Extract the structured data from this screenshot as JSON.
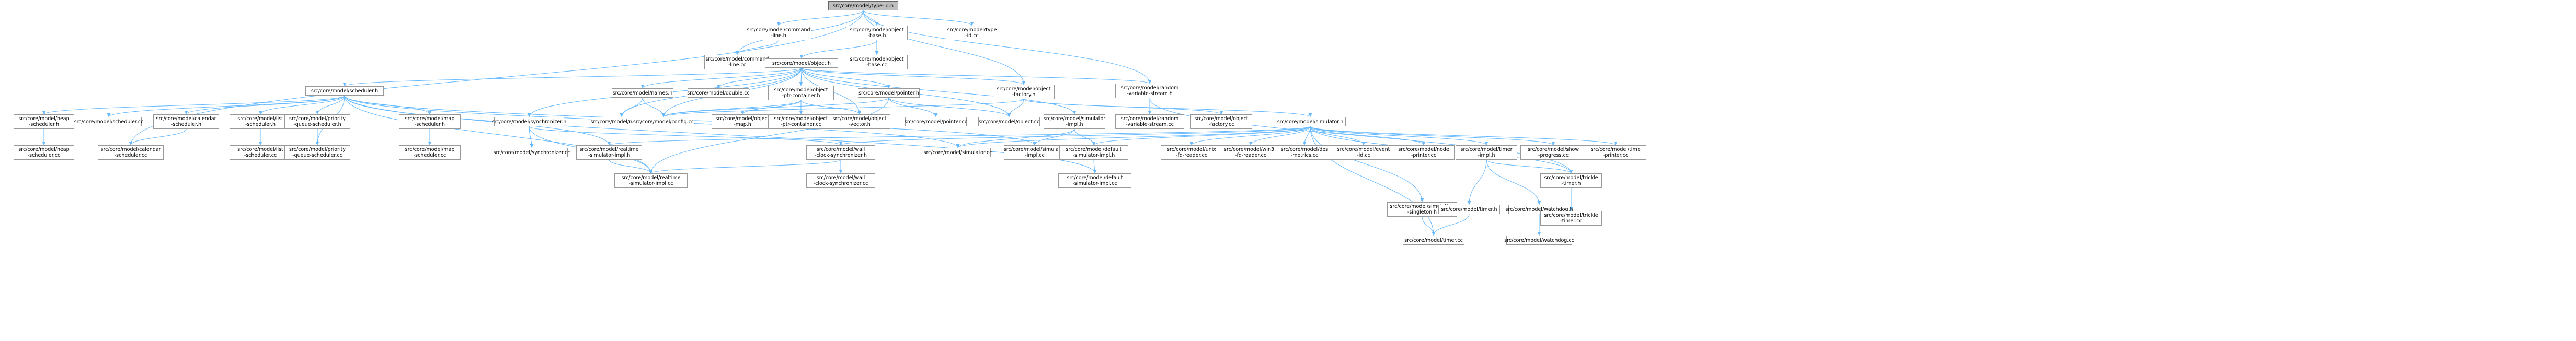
{
  "graph": {
    "nodes": [
      {
        "id": "n0",
        "lines": [
          "src/core/model/type-id.h"
        ],
        "root": true
      },
      {
        "id": "n1",
        "lines": [
          "src/core/model/command",
          "-line.h"
        ]
      },
      {
        "id": "n2",
        "lines": [
          "src/core/model/object",
          "-base.h"
        ]
      },
      {
        "id": "n3",
        "lines": [
          "src/core/model/type",
          "-id.cc"
        ]
      },
      {
        "id": "n4",
        "lines": [
          "src/core/model/command",
          "-line.cc"
        ]
      },
      {
        "id": "n5",
        "lines": [
          "src/core/model/object",
          "-base.cc"
        ]
      },
      {
        "id": "n6",
        "lines": [
          "src/core/model/object.h"
        ]
      },
      {
        "id": "n7",
        "lines": [
          "src/core/model/random",
          "-variable-stream.h"
        ]
      },
      {
        "id": "n8",
        "lines": [
          "src/core/model/scheduler.h"
        ]
      },
      {
        "id": "n9",
        "lines": [
          "src/core/model/names.h"
        ]
      },
      {
        "id": "n10",
        "lines": [
          "src/core/model/double.cc"
        ]
      },
      {
        "id": "n11",
        "lines": [
          "src/core/model/object",
          "-ptr-container.h"
        ]
      },
      {
        "id": "n12",
        "lines": [
          "src/core/model/pointer.h"
        ]
      },
      {
        "id": "n13",
        "lines": [
          "src/core/model/object",
          "-factory.h"
        ]
      },
      {
        "id": "n14",
        "lines": [
          "src/core/model/heap",
          "-scheduler.h"
        ]
      },
      {
        "id": "n15",
        "lines": [
          "src/core/model/scheduler.cc"
        ]
      },
      {
        "id": "n16",
        "lines": [
          "src/core/model/calendar",
          "-scheduler.h"
        ]
      },
      {
        "id": "n17",
        "lines": [
          "src/core/model/list",
          "-scheduler.h"
        ]
      },
      {
        "id": "n18",
        "lines": [
          "src/core/model/priority",
          "-queue-scheduler.h"
        ]
      },
      {
        "id": "n19",
        "lines": [
          "src/core/model/map",
          "-scheduler.h"
        ]
      },
      {
        "id": "n20",
        "lines": [
          "src/core/model/synchronizer.h"
        ]
      },
      {
        "id": "n21",
        "lines": [
          "src/core/model/names.cc"
        ]
      },
      {
        "id": "n22",
        "lines": [
          "src/core/model/config.cc"
        ]
      },
      {
        "id": "n23",
        "lines": [
          "src/core/model/object",
          "-map.h"
        ]
      },
      {
        "id": "n24",
        "lines": [
          "src/core/model/object",
          "-ptr-container.cc"
        ]
      },
      {
        "id": "n25",
        "lines": [
          "src/core/model/object",
          "-vector.h"
        ]
      },
      {
        "id": "n26",
        "lines": [
          "src/core/model/pointer.cc"
        ]
      },
      {
        "id": "n27",
        "lines": [
          "src/core/model/object.cc"
        ]
      },
      {
        "id": "n28",
        "lines": [
          "src/core/model/simulator",
          "-impl.h"
        ]
      },
      {
        "id": "n29",
        "lines": [
          "src/core/model/random",
          "-variable-stream.cc"
        ]
      },
      {
        "id": "n30",
        "lines": [
          "src/core/model/object",
          "-factory.cc"
        ]
      },
      {
        "id": "n31",
        "lines": [
          "src/core/model/simulator.h"
        ]
      },
      {
        "id": "n32",
        "lines": [
          "src/core/model/heap",
          "-scheduler.cc"
        ]
      },
      {
        "id": "n33",
        "lines": [
          "src/core/model/calendar",
          "-scheduler.cc"
        ]
      },
      {
        "id": "n34",
        "lines": [
          "src/core/model/list",
          "-scheduler.cc"
        ]
      },
      {
        "id": "n35",
        "lines": [
          "src/core/model/priority",
          "-queue-scheduler.cc"
        ]
      },
      {
        "id": "n36",
        "lines": [
          "src/core/model/map",
          "-scheduler.cc"
        ]
      },
      {
        "id": "n37",
        "lines": [
          "src/core/model/synchronizer.cc"
        ]
      },
      {
        "id": "n38",
        "lines": [
          "src/core/model/realtime",
          "-simulator-impl.h"
        ]
      },
      {
        "id": "n39",
        "lines": [
          "src/core/model/wall",
          "-clock-synchronizer.h"
        ]
      },
      {
        "id": "n40",
        "lines": [
          "src/core/model/simulator.cc"
        ]
      },
      {
        "id": "n41",
        "lines": [
          "src/core/model/simulator",
          "-impl.cc"
        ]
      },
      {
        "id": "n42",
        "lines": [
          "src/core/model/default",
          "-simulator-impl.h"
        ]
      },
      {
        "id": "n43",
        "lines": [
          "src/core/model/unix",
          "-fd-reader.cc"
        ]
      },
      {
        "id": "n44",
        "lines": [
          "src/core/model/win32",
          "-fd-reader.cc"
        ]
      },
      {
        "id": "n45",
        "lines": [
          "src/core/model/des",
          "-metrics.cc"
        ]
      },
      {
        "id": "n46",
        "lines": [
          "src/core/model/event",
          "-id.cc"
        ]
      },
      {
        "id": "n47",
        "lines": [
          "src/core/model/node",
          "-printer.cc"
        ]
      },
      {
        "id": "n48",
        "lines": [
          "src/core/model/timer",
          "-impl.h"
        ]
      },
      {
        "id": "n49",
        "lines": [
          "src/core/model/show",
          "-progress.cc"
        ]
      },
      {
        "id": "n50",
        "lines": [
          "src/core/model/time",
          "-printer.cc"
        ]
      },
      {
        "id": "n51",
        "lines": [
          "src/core/model/realtime",
          "-simulator-impl.cc"
        ]
      },
      {
        "id": "n52",
        "lines": [
          "src/core/model/wall",
          "-clock-synchronizer.cc"
        ]
      },
      {
        "id": "n53",
        "lines": [
          "src/core/model/default",
          "-simulator-impl.cc"
        ]
      },
      {
        "id": "n54",
        "lines": [
          "src/core/model/simulation",
          "-singleton.h"
        ]
      },
      {
        "id": "n55",
        "lines": [
          "src/core/model/timer.h"
        ]
      },
      {
        "id": "n56",
        "lines": [
          "src/core/model/watchdog.h"
        ]
      },
      {
        "id": "n57",
        "lines": [
          "src/core/model/trickle",
          "-timer.h"
        ]
      },
      {
        "id": "n58",
        "lines": [
          "src/core/model/timer.cc"
        ]
      },
      {
        "id": "n59",
        "lines": [
          "src/core/model/watchdog.cc"
        ]
      },
      {
        "id": "n60",
        "lines": [
          "src/core/model/trickle",
          "-timer.cc"
        ]
      }
    ],
    "edges": [
      [
        "n0",
        "n1"
      ],
      [
        "n0",
        "n2"
      ],
      [
        "n0",
        "n3"
      ],
      [
        "n0",
        "n4"
      ],
      [
        "n0",
        "n7"
      ],
      [
        "n0",
        "n13"
      ],
      [
        "n0",
        "n33"
      ],
      [
        "n1",
        "n4"
      ],
      [
        "n2",
        "n5"
      ],
      [
        "n2",
        "n6"
      ],
      [
        "n6",
        "n7"
      ],
      [
        "n6",
        "n8"
      ],
      [
        "n6",
        "n9"
      ],
      [
        "n6",
        "n10"
      ],
      [
        "n6",
        "n11"
      ],
      [
        "n6",
        "n12"
      ],
      [
        "n6",
        "n13"
      ],
      [
        "n6",
        "n20"
      ],
      [
        "n6",
        "n21"
      ],
      [
        "n6",
        "n22"
      ],
      [
        "n6",
        "n25"
      ],
      [
        "n6",
        "n27"
      ],
      [
        "n6",
        "n28"
      ],
      [
        "n7",
        "n29"
      ],
      [
        "n7",
        "n57"
      ],
      [
        "n8",
        "n14"
      ],
      [
        "n8",
        "n15"
      ],
      [
        "n8",
        "n16"
      ],
      [
        "n8",
        "n17"
      ],
      [
        "n8",
        "n18"
      ],
      [
        "n8",
        "n19"
      ],
      [
        "n8",
        "n35"
      ],
      [
        "n8",
        "n38"
      ],
      [
        "n8",
        "n40"
      ],
      [
        "n8",
        "n41"
      ],
      [
        "n8",
        "n51"
      ],
      [
        "n8",
        "n53"
      ],
      [
        "n9",
        "n21"
      ],
      [
        "n9",
        "n22"
      ],
      [
        "n11",
        "n22"
      ],
      [
        "n11",
        "n23"
      ],
      [
        "n11",
        "n24"
      ],
      [
        "n11",
        "n25"
      ],
      [
        "n12",
        "n22"
      ],
      [
        "n12",
        "n26"
      ],
      [
        "n12",
        "n27"
      ],
      [
        "n12",
        "n51"
      ],
      [
        "n13",
        "n22"
      ],
      [
        "n13",
        "n27"
      ],
      [
        "n13",
        "n30"
      ],
      [
        "n13",
        "n31"
      ],
      [
        "n14",
        "n32"
      ],
      [
        "n16",
        "n33"
      ],
      [
        "n17",
        "n34"
      ],
      [
        "n18",
        "n35"
      ],
      [
        "n19",
        "n36"
      ],
      [
        "n20",
        "n37"
      ],
      [
        "n20",
        "n39"
      ],
      [
        "n20",
        "n51"
      ],
      [
        "n28",
        "n40"
      ],
      [
        "n28",
        "n41"
      ],
      [
        "n28",
        "n42"
      ],
      [
        "n31",
        "n38"
      ],
      [
        "n31",
        "n39"
      ],
      [
        "n31",
        "n40"
      ],
      [
        "n31",
        "n42"
      ],
      [
        "n31",
        "n43"
      ],
      [
        "n31",
        "n44"
      ],
      [
        "n31",
        "n45"
      ],
      [
        "n31",
        "n46"
      ],
      [
        "n31",
        "n47"
      ],
      [
        "n31",
        "n48"
      ],
      [
        "n31",
        "n49"
      ],
      [
        "n31",
        "n50"
      ],
      [
        "n31",
        "n54"
      ],
      [
        "n31",
        "n57"
      ],
      [
        "n31",
        "n58"
      ],
      [
        "n38",
        "n51"
      ],
      [
        "n39",
        "n51"
      ],
      [
        "n39",
        "n52"
      ],
      [
        "n42",
        "n53"
      ],
      [
        "n48",
        "n55"
      ],
      [
        "n48",
        "n56"
      ],
      [
        "n48",
        "n57"
      ],
      [
        "n54",
        "n58"
      ],
      [
        "n55",
        "n58"
      ],
      [
        "n56",
        "n59"
      ],
      [
        "n57",
        "n60"
      ]
    ]
  },
  "colors": {
    "edge": "#63b8ff",
    "node_border": "#999999",
    "root_fill": "#bfbfbf"
  }
}
